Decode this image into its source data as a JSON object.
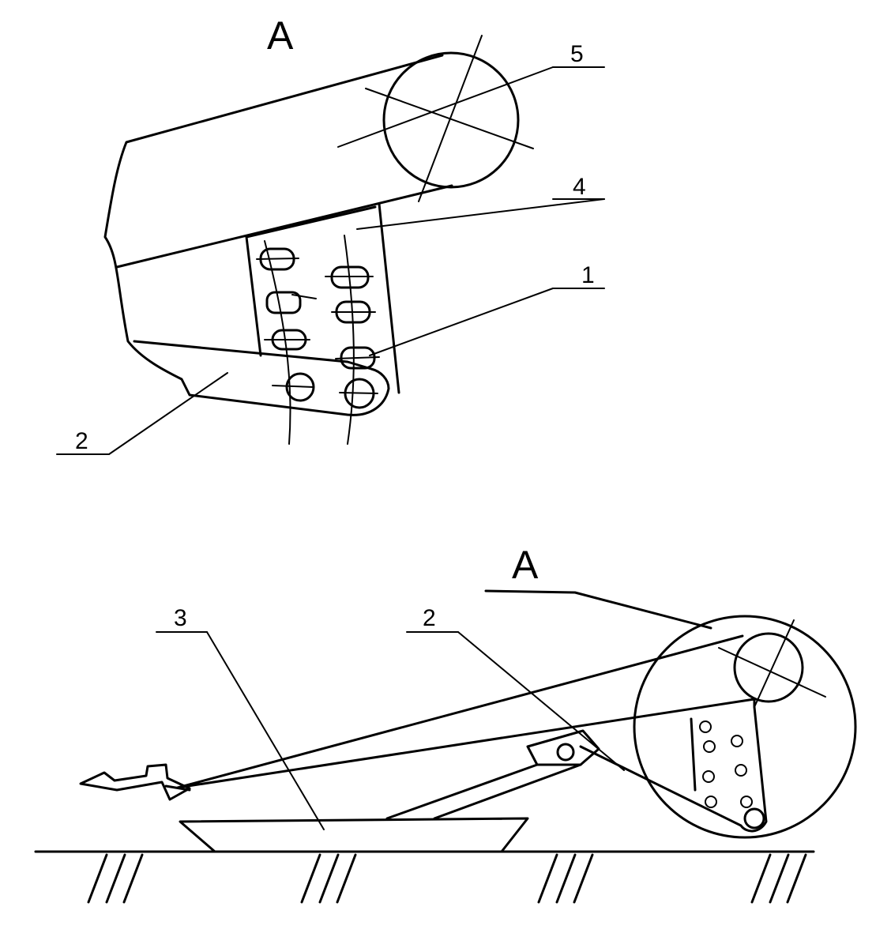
{
  "view_top": {
    "title": "A",
    "callouts": [
      "5",
      "4",
      "1",
      "2"
    ]
  },
  "view_bottom": {
    "title": "A",
    "callouts": [
      "3",
      "2"
    ]
  }
}
